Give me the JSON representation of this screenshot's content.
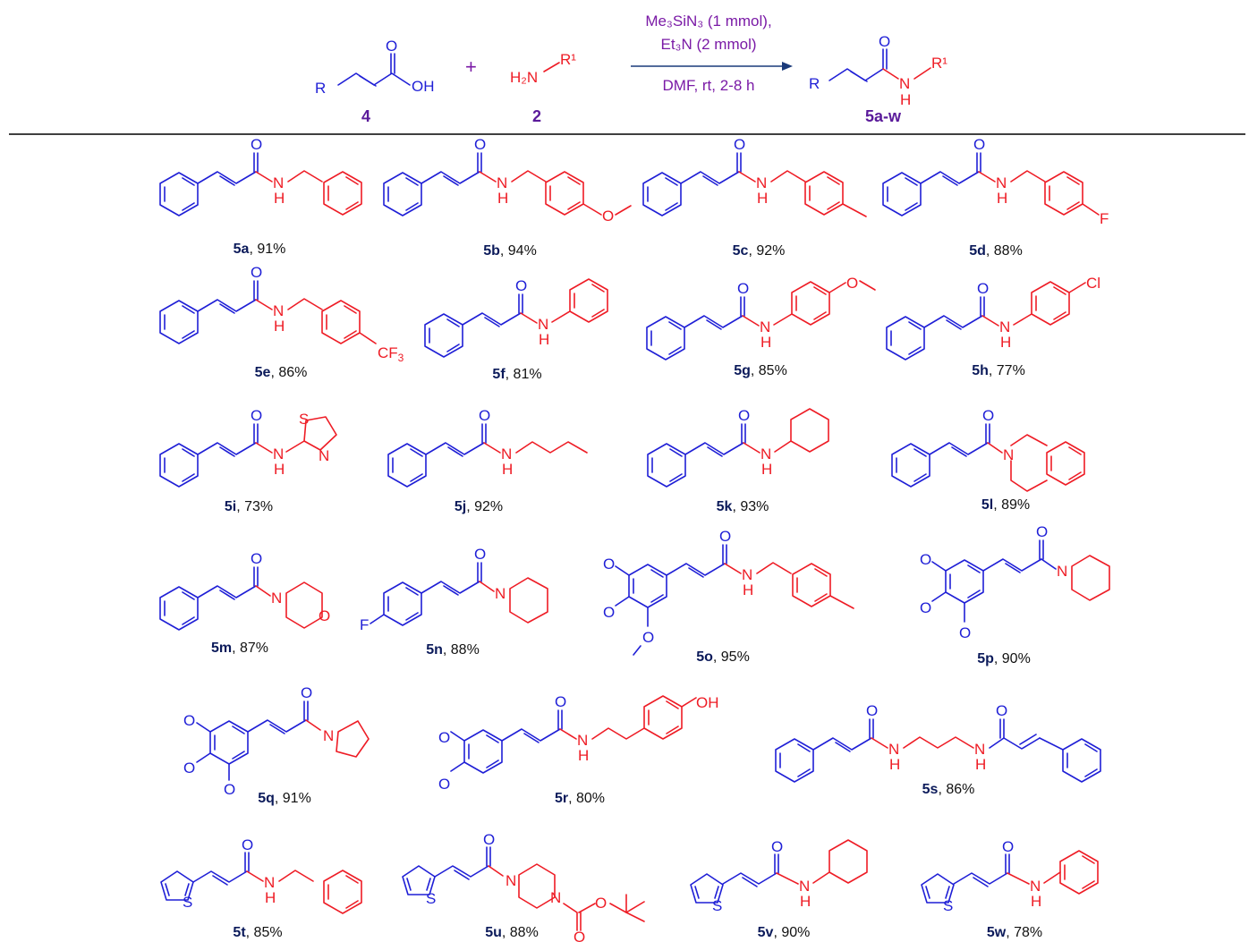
{
  "scheme": {
    "reagent_label": "4",
    "amine_label": "2",
    "product_label": "5a-w",
    "reagent_R": "R",
    "reagent_OH": "OH",
    "reagent_O": "O",
    "amine_H2N": "H₂N",
    "amine_R1": "R¹",
    "product_R": "R",
    "product_NH": "N",
    "product_H": "H",
    "product_R1": "R¹",
    "plus": "+",
    "conditions_top_1": "Me₃SiN₃ (1 mmol),",
    "conditions_top_2": "Et₃N (2 mmol)",
    "conditions_bottom": "DMF, rt, 2-8 h"
  },
  "compounds": [
    {
      "id": "5a",
      "yield": ", 91%"
    },
    {
      "id": "5b",
      "yield": ", 94%"
    },
    {
      "id": "5c",
      "yield": ", 92%"
    },
    {
      "id": "5d",
      "yield": ", 88%"
    },
    {
      "id": "5e",
      "yield": ", 86%"
    },
    {
      "id": "5f",
      "yield": ", 81%"
    },
    {
      "id": "5g",
      "yield": ", 85%"
    },
    {
      "id": "5h",
      "yield": ", 77%"
    },
    {
      "id": "5i",
      "yield": ", 73%"
    },
    {
      "id": "5j",
      "yield": ", 92%"
    },
    {
      "id": "5k",
      "yield": ", 93%"
    },
    {
      "id": "5l",
      "yield": ", 89%"
    },
    {
      "id": "5m",
      "yield": ", 87%"
    },
    {
      "id": "5n",
      "yield": ", 88%"
    },
    {
      "id": "5o",
      "yield": ", 95%"
    },
    {
      "id": "5p",
      "yield": ", 90%"
    },
    {
      "id": "5q",
      "yield": ", 91%"
    },
    {
      "id": "5r",
      "yield": ", 80%"
    },
    {
      "id": "5s",
      "yield": ", 86%"
    },
    {
      "id": "5t",
      "yield": ", 85%"
    },
    {
      "id": "5u",
      "yield": ", 88%"
    },
    {
      "id": "5v",
      "yield": ", 90%"
    },
    {
      "id": "5w",
      "yield": ", 78%"
    }
  ],
  "atoms": {
    "O": "O",
    "N": "N",
    "H": "H",
    "S": "S",
    "F": "F",
    "Cl": "Cl",
    "OH": "OH",
    "CF3": "CF₃"
  },
  "colors": {
    "scaffold": "#1f1fd6",
    "amine": "#ee1c25",
    "conditions": "#7a1aa6",
    "label": "#0b1a5a"
  }
}
